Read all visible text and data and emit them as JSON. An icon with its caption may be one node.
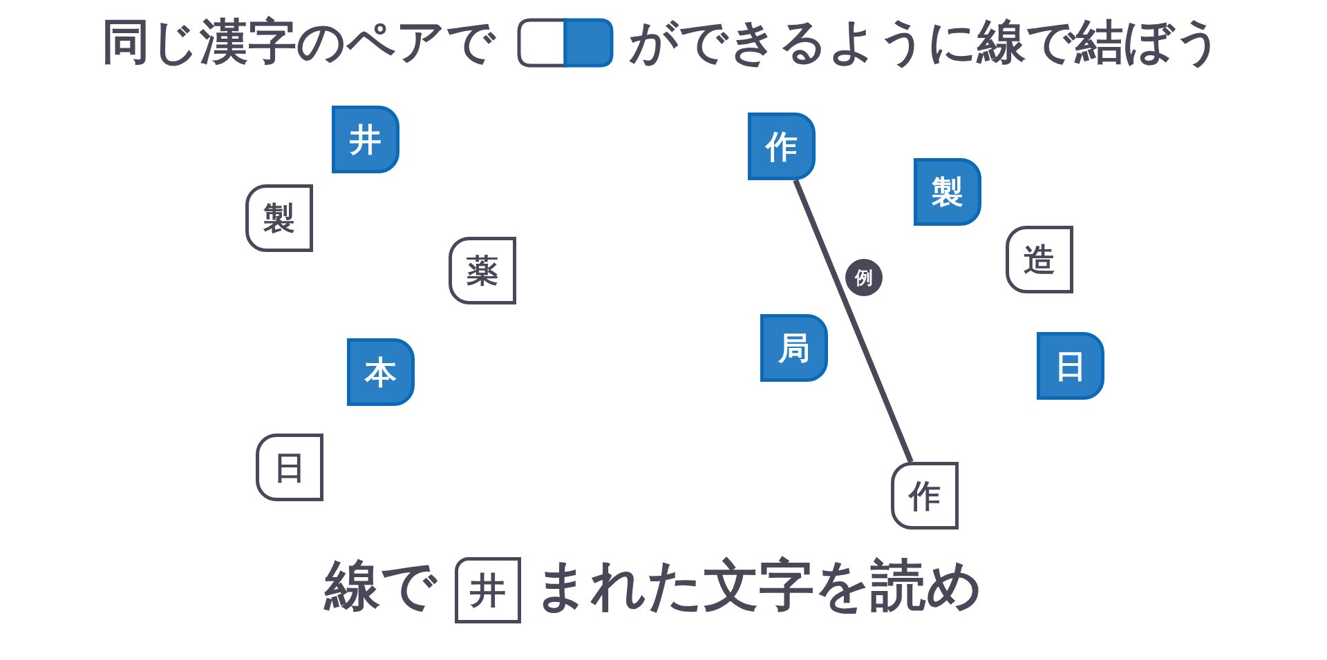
{
  "diagram": {
    "nodes": [
      {
        "text": [
          "井"
        ]
      },
      {
        "text": [
          "製"
        ]
      },
      {
        "text": [
          "薬"
        ]
      },
      {
        "text": [
          "本"
        ]
      },
      {
        "text": [
          "日"
        ]
      },
      {
        "text": [
          "作"
        ]
      },
      {
        "text": [
          "製"
        ]
      },
      {
        "text": [
          "造"
        ]
      },
      {
        "text": [
          "局"
        ]
      },
      {
        "text": [
          "日"
        ]
      },
      {
        "text": [
          "作"
        ]
      },
      {
        "text": [
          "井"
        ]
      }
    ],
    "edges": [
      {
        "from": 5,
        "to": 10,
        "arrow": "none",
        "label": "例"
      }
    ],
    "labels": [
      "同じ漢字のペアで",
      "ができるように線で結ぼう",
      "線で",
      "まれた文字を読め"
    ]
  }
}
